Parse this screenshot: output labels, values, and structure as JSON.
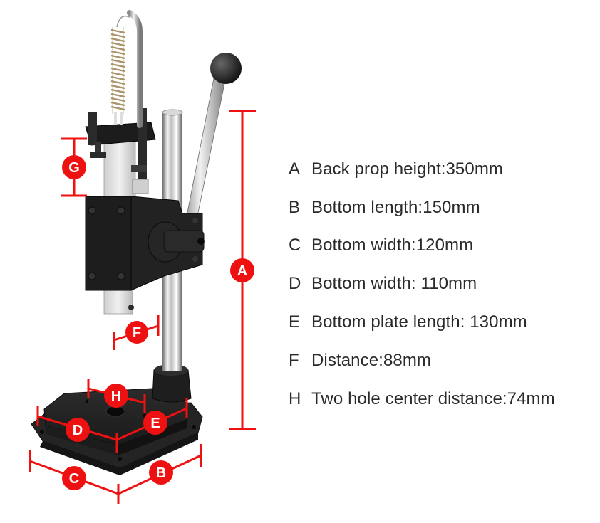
{
  "diagram": {
    "subject": "Manual hand press (arbor press) with dimension annotations",
    "colors": {
      "dimension_red": "#ee1111",
      "badge_text": "#ffffff",
      "metal_dark": "#1e1e1e",
      "chrome_light": "#e6e6e6",
      "spec_text": "#2a2a2a",
      "background": "#ffffff"
    },
    "badges": {
      "A": "A",
      "B": "B",
      "C": "C",
      "D": "D",
      "E": "E",
      "F": "F",
      "G": "G",
      "H": "H"
    },
    "specs": [
      {
        "letter": "A",
        "text": "Back prop height:350mm"
      },
      {
        "letter": "B",
        "text": "Bottom length:150mm"
      },
      {
        "letter": "C",
        "text": "Bottom width:120mm"
      },
      {
        "letter": "D",
        "text": "Bottom width: 110mm"
      },
      {
        "letter": "E",
        "text": "Bottom plate length: 130mm"
      },
      {
        "letter": "F",
        "text": "Distance:88mm"
      },
      {
        "letter": "H",
        "text": "Two hole center distance:74mm"
      }
    ]
  }
}
